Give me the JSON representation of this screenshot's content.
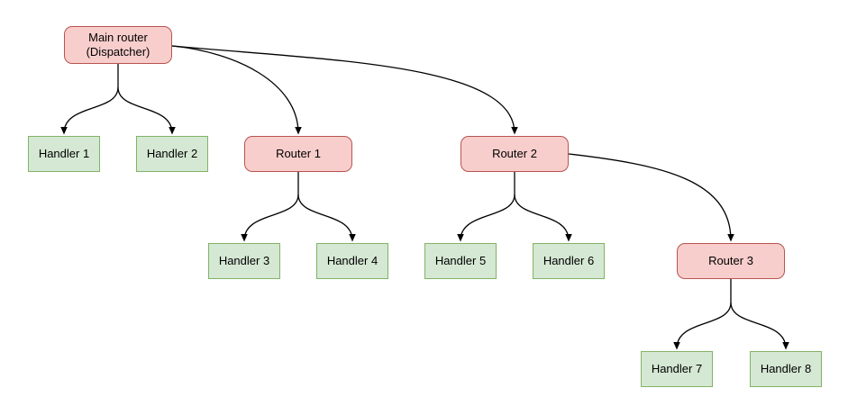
{
  "diagram": {
    "nodes": {
      "main_router": {
        "label": "Main router\n(Dispatcher)",
        "type": "router"
      },
      "handler1": {
        "label": "Handler 1",
        "type": "handler"
      },
      "handler2": {
        "label": "Handler 2",
        "type": "handler"
      },
      "router1": {
        "label": "Router 1",
        "type": "router"
      },
      "router2": {
        "label": "Router 2",
        "type": "router"
      },
      "handler3": {
        "label": "Handler 3",
        "type": "handler"
      },
      "handler4": {
        "label": "Handler 4",
        "type": "handler"
      },
      "handler5": {
        "label": "Handler 5",
        "type": "handler"
      },
      "handler6": {
        "label": "Handler 6",
        "type": "handler"
      },
      "router3": {
        "label": "Router 3",
        "type": "router"
      },
      "handler7": {
        "label": "Handler 7",
        "type": "handler"
      },
      "handler8": {
        "label": "Handler 8",
        "type": "handler"
      }
    },
    "edges": [
      {
        "from": "main_router",
        "to": "handler1"
      },
      {
        "from": "main_router",
        "to": "handler2"
      },
      {
        "from": "main_router",
        "to": "router1"
      },
      {
        "from": "main_router",
        "to": "router2"
      },
      {
        "from": "router1",
        "to": "handler3"
      },
      {
        "from": "router1",
        "to": "handler4"
      },
      {
        "from": "router2",
        "to": "handler5"
      },
      {
        "from": "router2",
        "to": "handler6"
      },
      {
        "from": "router2",
        "to": "router3"
      },
      {
        "from": "router3",
        "to": "handler7"
      },
      {
        "from": "router3",
        "to": "handler8"
      }
    ],
    "colors": {
      "router_fill": "#f8cecc",
      "router_border": "#b85450",
      "handler_fill": "#d5e8d4",
      "handler_border": "#82b366",
      "edge": "#000000",
      "background": "#ffffff"
    }
  }
}
